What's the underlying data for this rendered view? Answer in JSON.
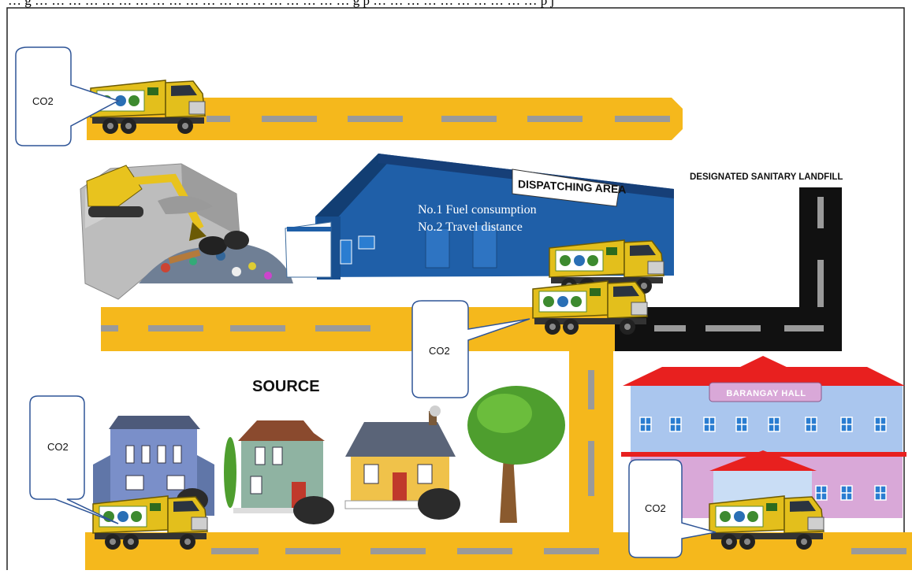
{
  "caption": "… g … … … … … … … … … … … … … … … … … … …  g p  … … … … … … … … … … p  j",
  "labels": {
    "dispatching_area": "DISPATCHING AREA",
    "criteria_1": "No.1 Fuel consumption",
    "criteria_2": "No.2 Travel distance",
    "landfill": "DESIGNATED SANITARY LANDFILL",
    "source": "SOURCE",
    "barangay_hall": "BARANGAY HALL"
  },
  "bubbles": {
    "co2_1": "CO2",
    "co2_2": "CO2",
    "co2_3": "CO2",
    "co2_4": "CO2"
  },
  "colors": {
    "road_yellow": "#f5b81c",
    "road_black": "#111111",
    "road_dash": "#9a9a9a",
    "warehouse_blue": "#1f5fa8",
    "truck_yellow": "#e8c31e",
    "hall_roof": "#e8201f",
    "hall_wall": "#aac6ee",
    "hall_lower": "#d9a8d8",
    "tree_green": "#4e9e2e",
    "bubble_border": "#2f5597"
  },
  "icons": [
    "garbage-truck-icon",
    "excavator-icon",
    "warehouse-icon",
    "house-icon",
    "tree-icon",
    "trash-bag-icon",
    "government-building-icon"
  ]
}
